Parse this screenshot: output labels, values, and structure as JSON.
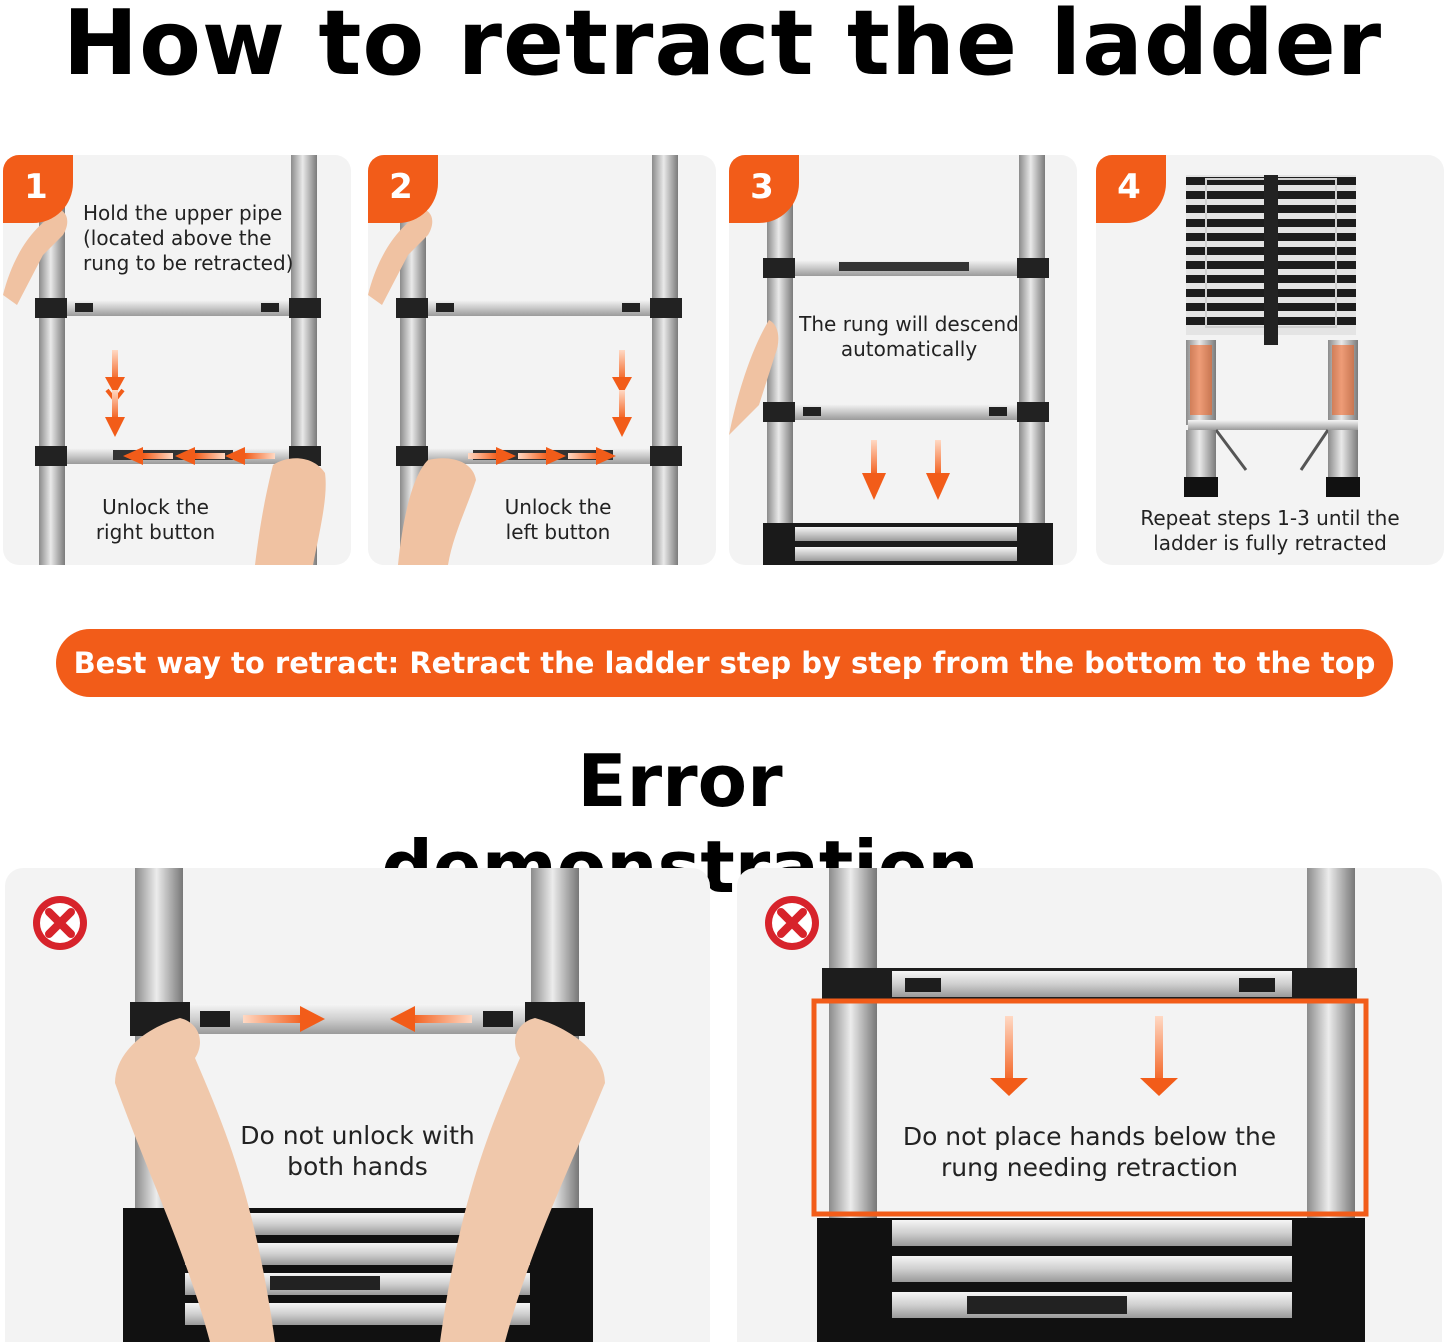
{
  "title": "How to retract the ladder",
  "steps": [
    {
      "number": "1",
      "top_text_lines": [
        "Hold the upper pipe",
        "(located above the",
        "rung to be retracted)"
      ],
      "bottom_text_lines": [
        "Unlock the",
        "right button"
      ]
    },
    {
      "number": "2",
      "bottom_text_lines": [
        "Unlock the",
        "left button"
      ]
    },
    {
      "number": "3",
      "mid_text_lines": [
        "The rung will descend",
        "automatically"
      ]
    },
    {
      "number": "4",
      "bottom_text_lines": [
        "Repeat steps 1-3 until the",
        "ladder is fully retracted"
      ]
    }
  ],
  "banner": "Best way to retract: Retract the ladder step by step from the bottom to the top",
  "error_title": "Error demonstration",
  "errors": [
    {
      "icon": "x-mark-icon",
      "text_lines": [
        "Do not unlock with",
        "both hands"
      ]
    },
    {
      "icon": "x-mark-icon",
      "text_lines": [
        "Do not place hands below the",
        "rung needing retraction"
      ]
    }
  ],
  "colors": {
    "accent": "#f25c19",
    "error_red": "#d7232b",
    "panel_bg": "#f3f3f3"
  }
}
